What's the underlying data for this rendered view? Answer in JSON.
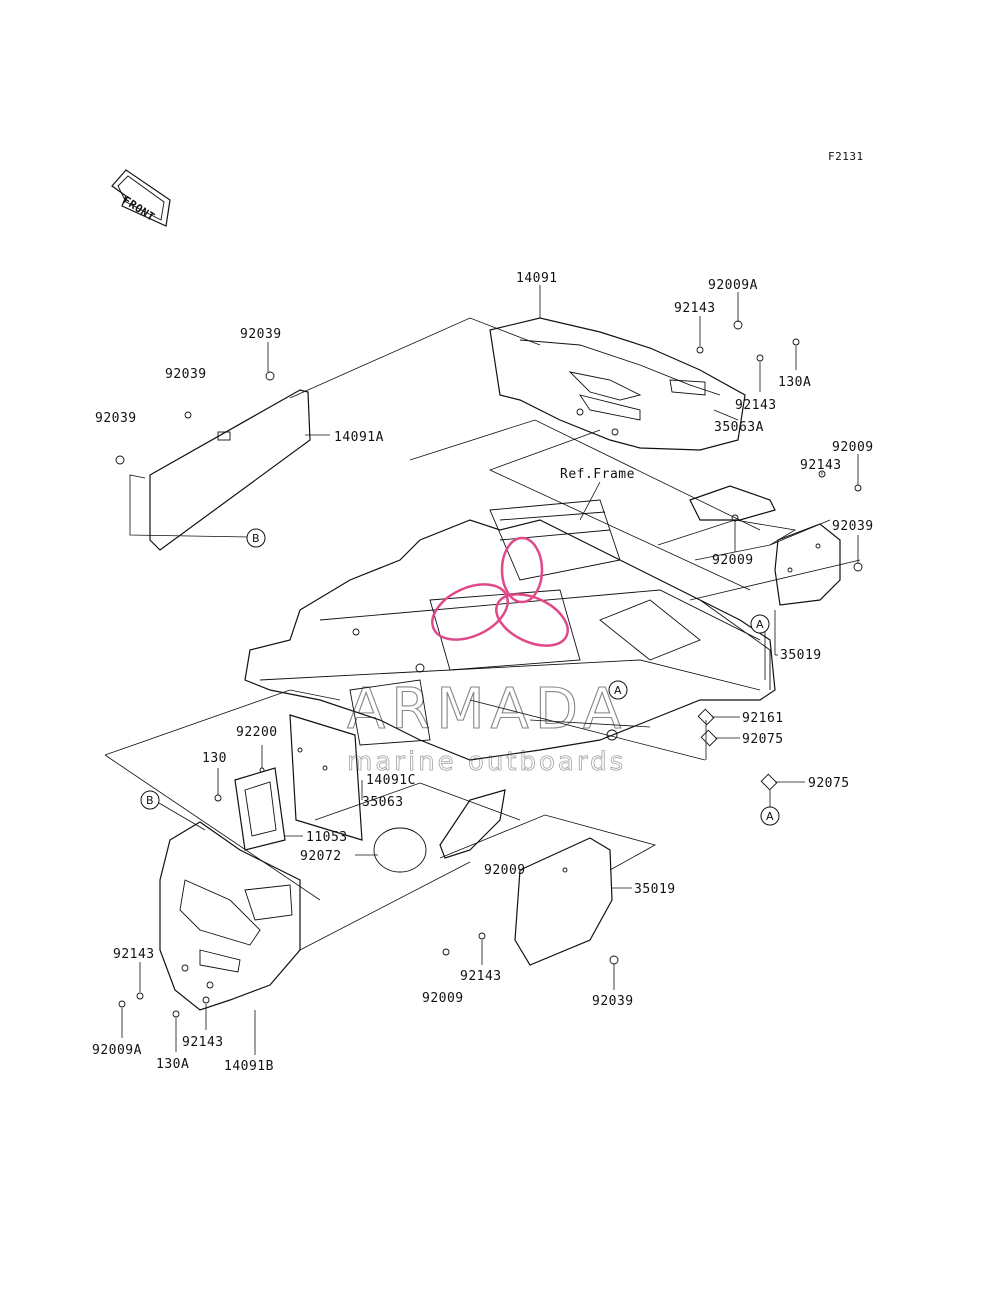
{
  "diagram_code": "F2131",
  "front_label": "FRONT",
  "ref_frame_label": "Ref.Frame",
  "watermark": {
    "brand": "ARMADA",
    "tagline": "marine outboards",
    "accent_color": "#e04a8a"
  },
  "ref_marks": {
    "a": "A",
    "b": "B"
  },
  "callouts": {
    "c14091": "14091",
    "c92009A_top": "92009A",
    "c92143_top1": "92143",
    "c130A_top": "130A",
    "c92143_top2": "92143",
    "c92039_top": "92039",
    "c92039_mid": "92039",
    "c92039_left": "92039",
    "c14091A": "14091A",
    "c35063A": "35063A",
    "c92009_right": "92009",
    "c92143_right": "92143",
    "c92039_right": "92039",
    "c92009_center": "92009",
    "c35019_right": "35019",
    "c92161": "92161",
    "c92075_a": "92075",
    "c92075_b": "92075",
    "c92200": "92200",
    "c130": "130",
    "c14091C": "14091C",
    "c35063": "35063",
    "c11053": "11053",
    "c92072": "92072",
    "c92009_low": "92009",
    "c35019_low": "35019",
    "c92143_low": "92143",
    "c92009_bottom": "92009",
    "c92039_bottom": "92039",
    "c92143_left": "92143",
    "c92009A_left": "92009A",
    "c130A_left": "130A",
    "c92143_left2": "92143",
    "c14091B": "14091B"
  }
}
